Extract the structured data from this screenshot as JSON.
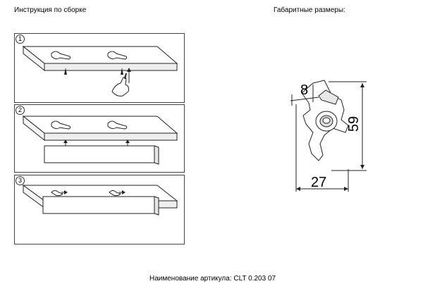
{
  "header": {
    "assembly_title": "Инструкция по сборке",
    "dimensions_title": "Габаритные размеры:"
  },
  "steps": [
    {
      "number": "1"
    },
    {
      "number": "2"
    },
    {
      "number": "3"
    }
  ],
  "dimensions": {
    "width": "8",
    "height": "59",
    "depth": "27"
  },
  "footer": {
    "article_label": "Наименование артикула: CLT 0.203 07"
  }
}
